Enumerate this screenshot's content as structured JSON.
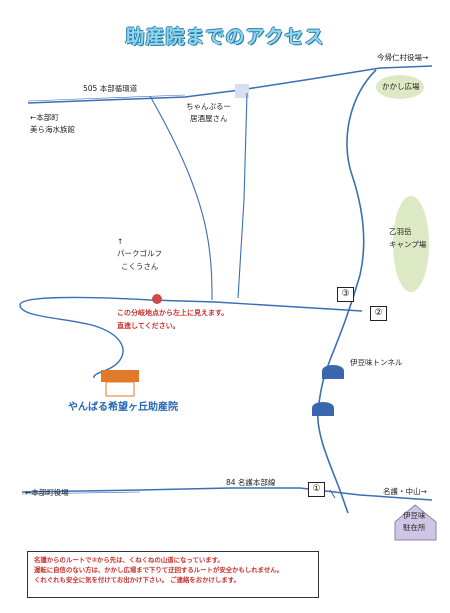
{
  "title": "助産院までのアクセス",
  "labels": {
    "road_505": "505 本部循環道",
    "motobu_top": "←本部町",
    "museum": "美ら海水族館",
    "champuru_1": "ちゃんぷるー",
    "champuru_2": "居酒屋さん",
    "imakijin": "今帰仁村役場→",
    "kakashi": "かかし広場",
    "otowadake_1": "乙羽岳",
    "otowadake_2": "キャンプ場",
    "park_golf_1": "↑",
    "park_golf_2": "パークゴルフ",
    "park_golf_3": "こくうさん",
    "red_note_1": "この分岐地点から左上に見えます。",
    "red_note_2": "直進してください。",
    "clinic_name": "やんばる希望ヶ丘助産院",
    "izumi_tunnel": "伊豆味トンネル",
    "road_84": "84 名護本部線",
    "motobu_bottom": "←本部町役場",
    "nago": "名護・中山→",
    "izumi_office_1": "伊豆味",
    "izumi_office_2": "駐在所",
    "mark_1": "①",
    "mark_2": "②",
    "mark_3": "③"
  },
  "notice": {
    "line1": "名護からのルートで③から先は、くねくねの山道になっています。",
    "line2": "運転に自信のない方は、かかし広場まで下りて迂回するルートが安全かもしれません。",
    "line3": "くれぐれも安全に気を付けてお出かけ下さい。 ご連絡をおかけします。"
  },
  "colors": {
    "road_major": "#3a6fb5",
    "road_minor": "#4a5a9a",
    "marker": "#c94b4b",
    "building_roof": "#e07a2a",
    "tunnel": "#3a66b0",
    "park_green": "#dde8c4",
    "clinic_text": "#2468b8",
    "note_red": "#c9302c",
    "title_fill": "#8fd6f0"
  }
}
